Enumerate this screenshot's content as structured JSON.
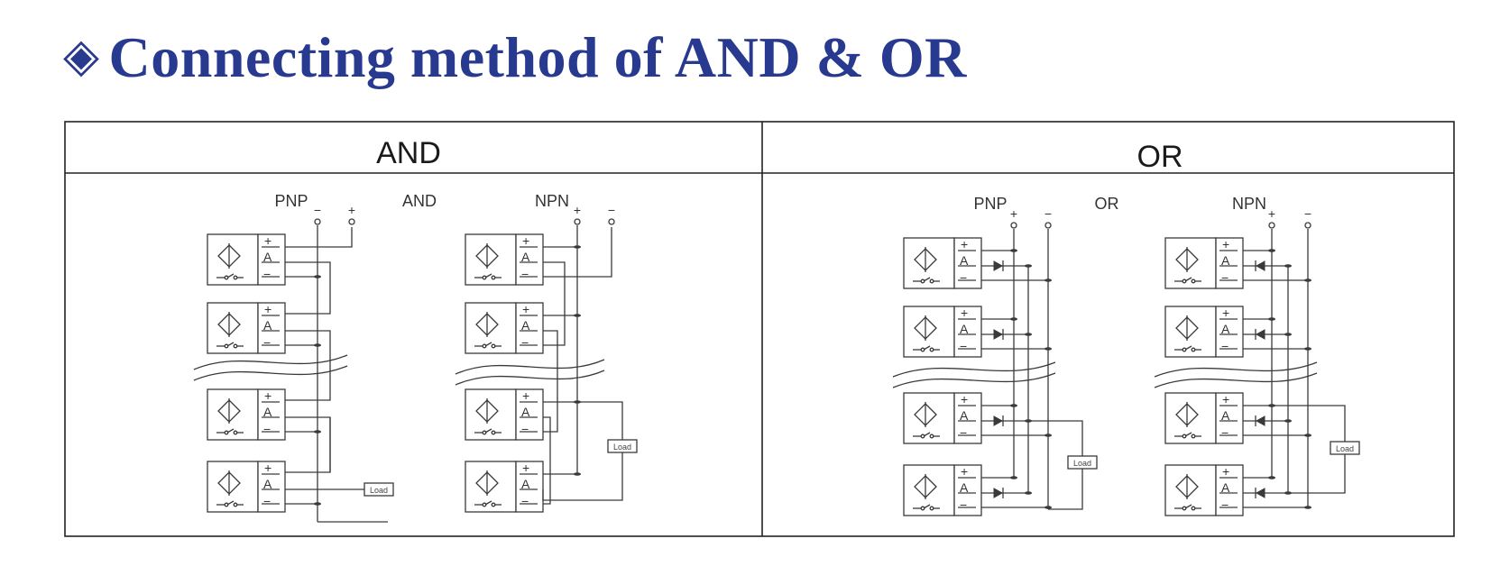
{
  "title": {
    "marker": "◈",
    "text": "Connecting method of AND & OR"
  },
  "table": {
    "and_header": "AND",
    "or_header": "OR"
  },
  "and_panel": {
    "pnp_label": "PNP",
    "mid_label": "AND",
    "npn_label": "NPN",
    "load_label": "Load"
  },
  "or_panel": {
    "pnp_label": "PNP",
    "mid_label": "OR",
    "npn_label": "NPN",
    "load_label": "Load"
  },
  "sensor_pins": {
    "plus": "+",
    "signal": "A",
    "minus": "−"
  },
  "supply_symbols": {
    "plus": "+",
    "minus": "−"
  },
  "colors": {
    "title": "#283a8f",
    "line": "#3a3a3a"
  }
}
